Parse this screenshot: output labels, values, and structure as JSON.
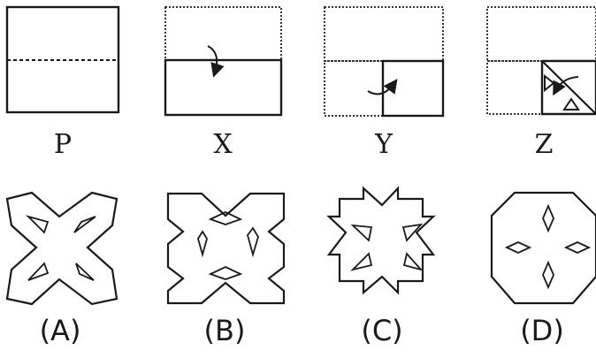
{
  "question_figures": {
    "labels": [
      "P",
      "X",
      "Y",
      "Z"
    ]
  },
  "answer_options": {
    "labels": [
      "(A)",
      "(B)",
      "(C)",
      "(D)"
    ]
  },
  "colors": {
    "ink": "#1a1a1a",
    "paper": "#ffffff"
  },
  "icons": [
    "fold-arrow-icon",
    "fold-arrow-icon",
    "fold-arrow-icon"
  ]
}
